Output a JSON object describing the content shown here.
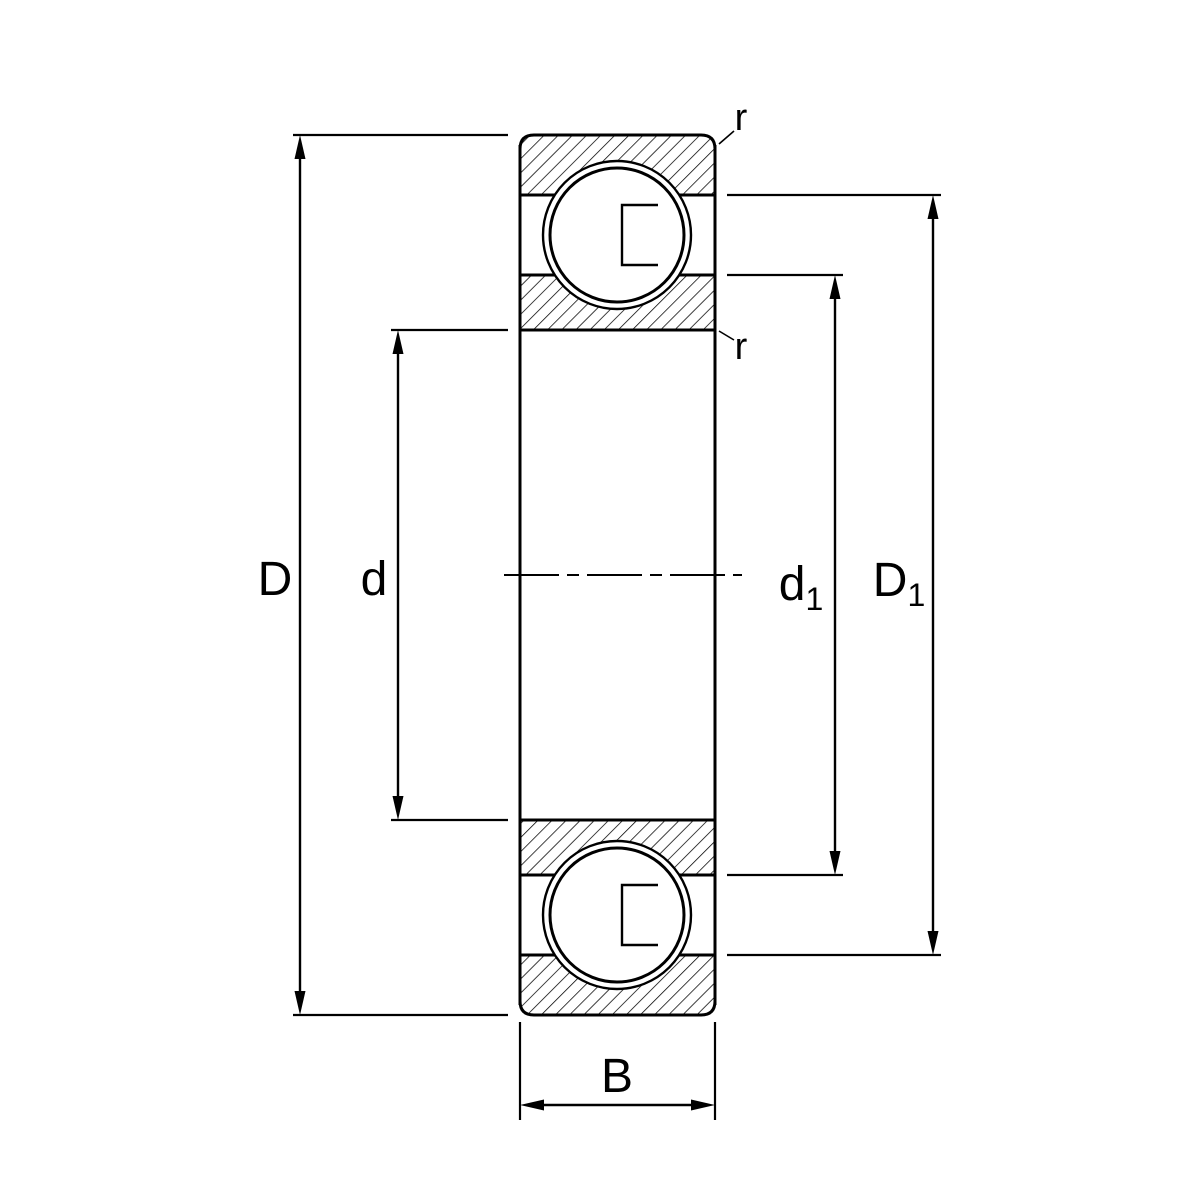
{
  "diagram": {
    "kind": "bearing-cross-section",
    "labels": {
      "outer_diameter": "D",
      "bore_diameter": "d",
      "inner_shoulder_main": "d",
      "inner_shoulder_sub": "1",
      "outer_shoulder_main": "D",
      "outer_shoulder_sub": "1",
      "width": "B",
      "radius_top": "r",
      "radius_bottom": "r"
    },
    "colors": {
      "line": "#000000",
      "background": "#ffffff"
    }
  }
}
